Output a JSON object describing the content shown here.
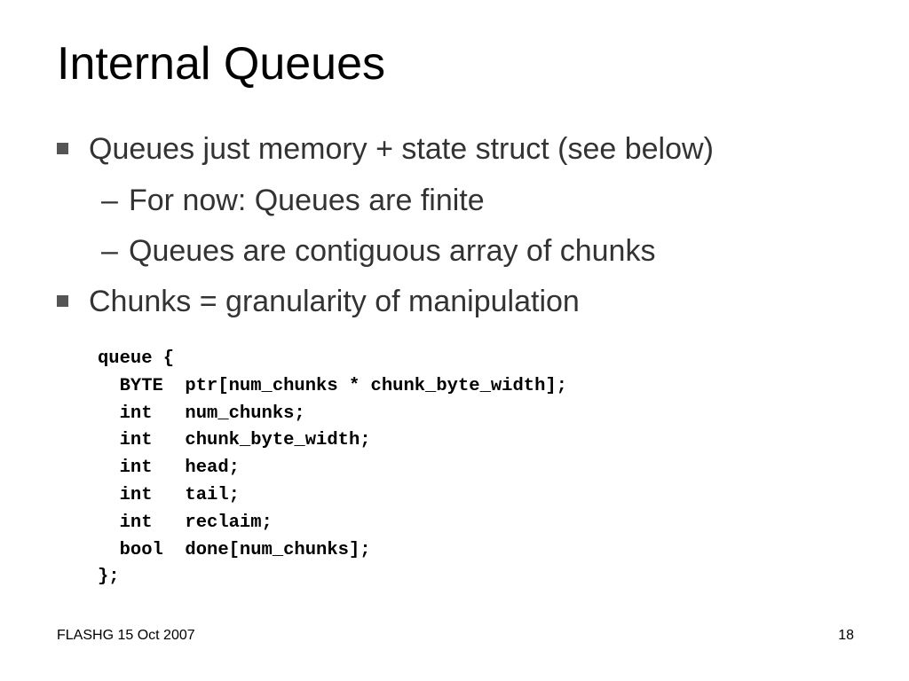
{
  "slide": {
    "title": "Internal Queues",
    "bullets": [
      {
        "text": "Queues just memory + state struct (see below)",
        "sub": [
          {
            "dash": "–",
            "text": "For now: Queues are finite"
          },
          {
            "dash": "–",
            "text": "Queues are contiguous array of chunks"
          }
        ]
      },
      {
        "text": "Chunks = granularity of manipulation",
        "sub": []
      }
    ],
    "code": [
      "queue {",
      "  BYTE  ptr[num_chunks * chunk_byte_width];",
      "  int   num_chunks;",
      "  int   chunk_byte_width;",
      "  int   head;",
      "  int   tail;",
      "  int   reclaim;",
      "  bool  done[num_chunks];",
      "};"
    ],
    "footer": {
      "left": "FLASHG 15 Oct 2007",
      "page_number": "18"
    },
    "colors": {
      "background": "#ffffff",
      "title_text": "#000000",
      "body_text": "#333333",
      "bullet_marker": "#555555",
      "code_text": "#000000"
    },
    "icons": {
      "bullet": "square-bullet-icon"
    }
  }
}
